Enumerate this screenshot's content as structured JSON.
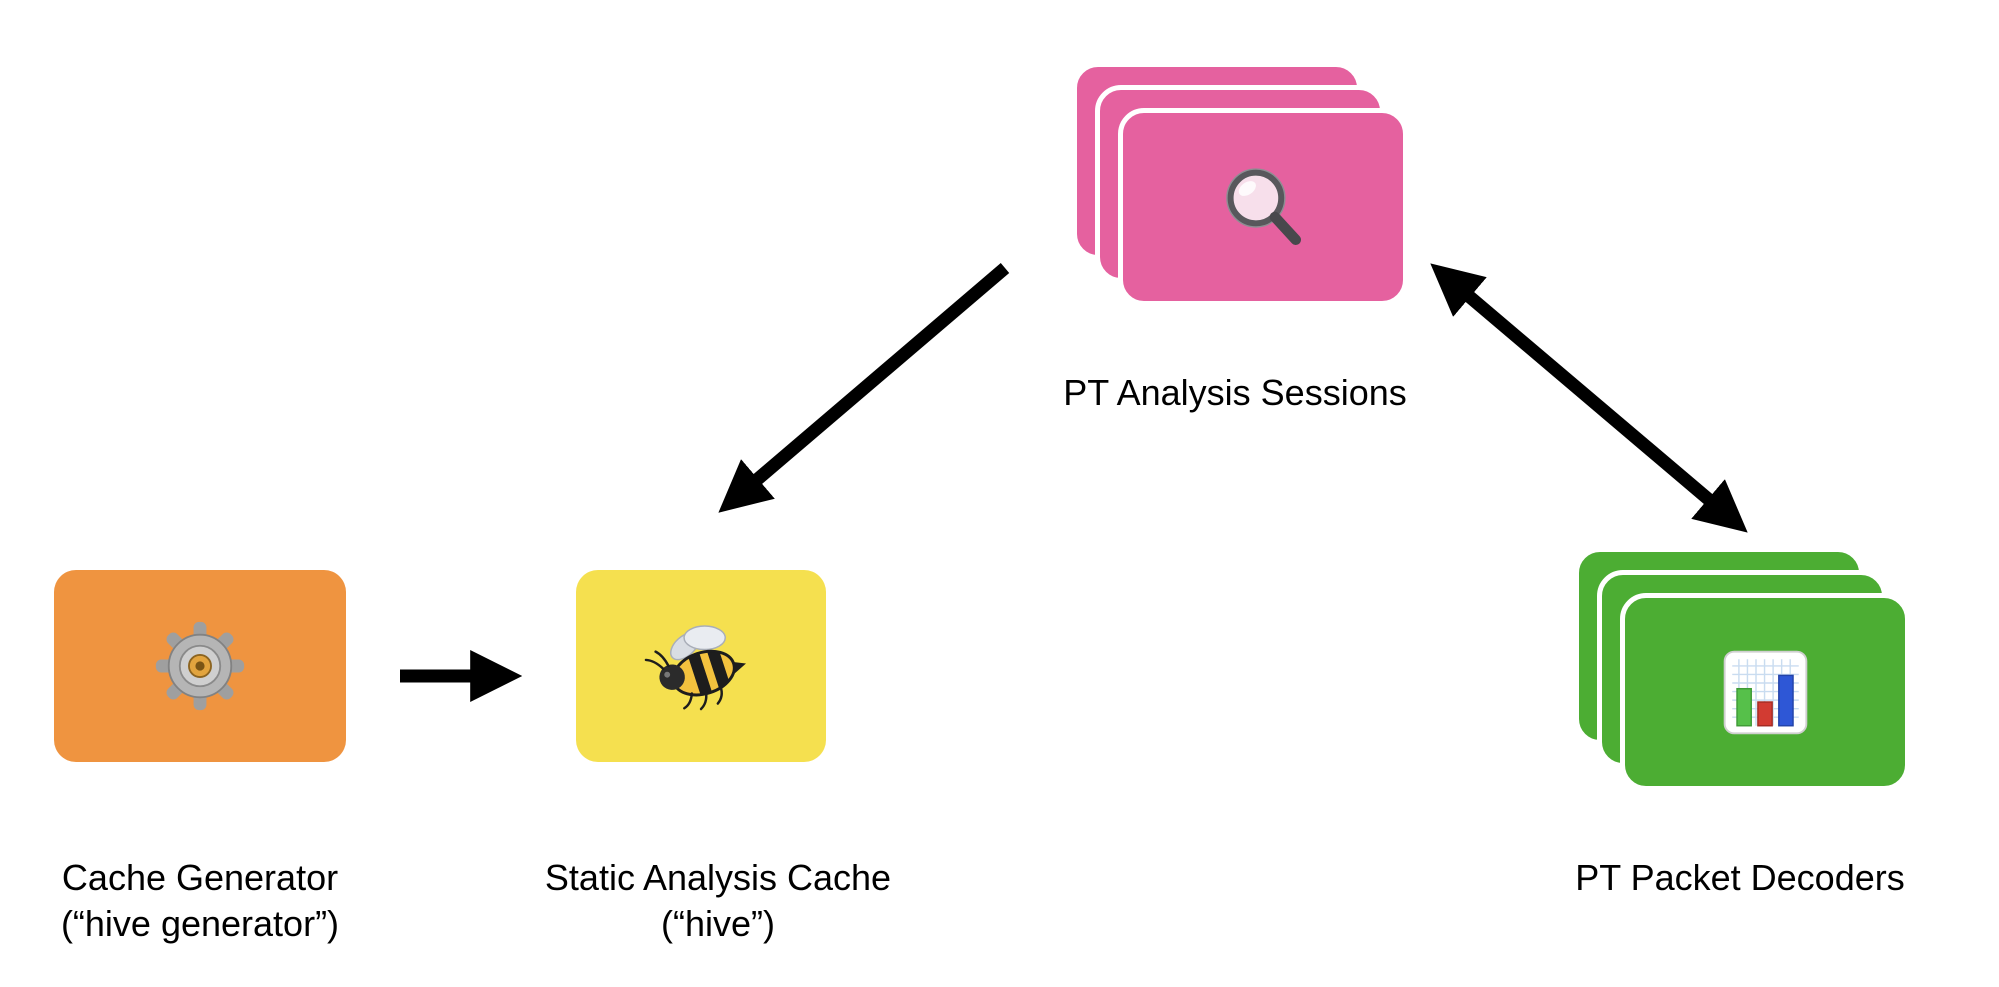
{
  "diagram": {
    "background_color": "#ffffff",
    "arrow_color": "#000000",
    "nodes": {
      "cache_generator": {
        "label_line1": "Cache Generator",
        "label_line2": "(“hive generator”)",
        "color": "#EF9440",
        "icon": "gear-icon",
        "shape": "rounded-rectangle"
      },
      "static_analysis_cache": {
        "label_line1": "Static Analysis Cache",
        "label_line2": "(“hive”)",
        "color": "#F5E04F",
        "icon": "bee-icon",
        "shape": "rounded-rectangle"
      },
      "pt_analysis_sessions": {
        "label": "PT Analysis Sessions",
        "color": "#E5619F",
        "icon": "magnifying-glass-icon",
        "shape": "stacked-cards",
        "stack_count": 3
      },
      "pt_packet_decoders": {
        "label": "PT Packet Decoders",
        "color": "#4CAD33",
        "icon": "bar-chart-icon",
        "shape": "stacked-cards",
        "stack_count": 3
      }
    },
    "edges": [
      {
        "from": "cache_generator",
        "to": "static_analysis_cache",
        "direction": "one-way"
      },
      {
        "from": "pt_analysis_sessions",
        "to": "static_analysis_cache",
        "direction": "one-way"
      },
      {
        "from": "pt_analysis_sessions",
        "to": "pt_packet_decoders",
        "direction": "two-way"
      }
    ]
  }
}
